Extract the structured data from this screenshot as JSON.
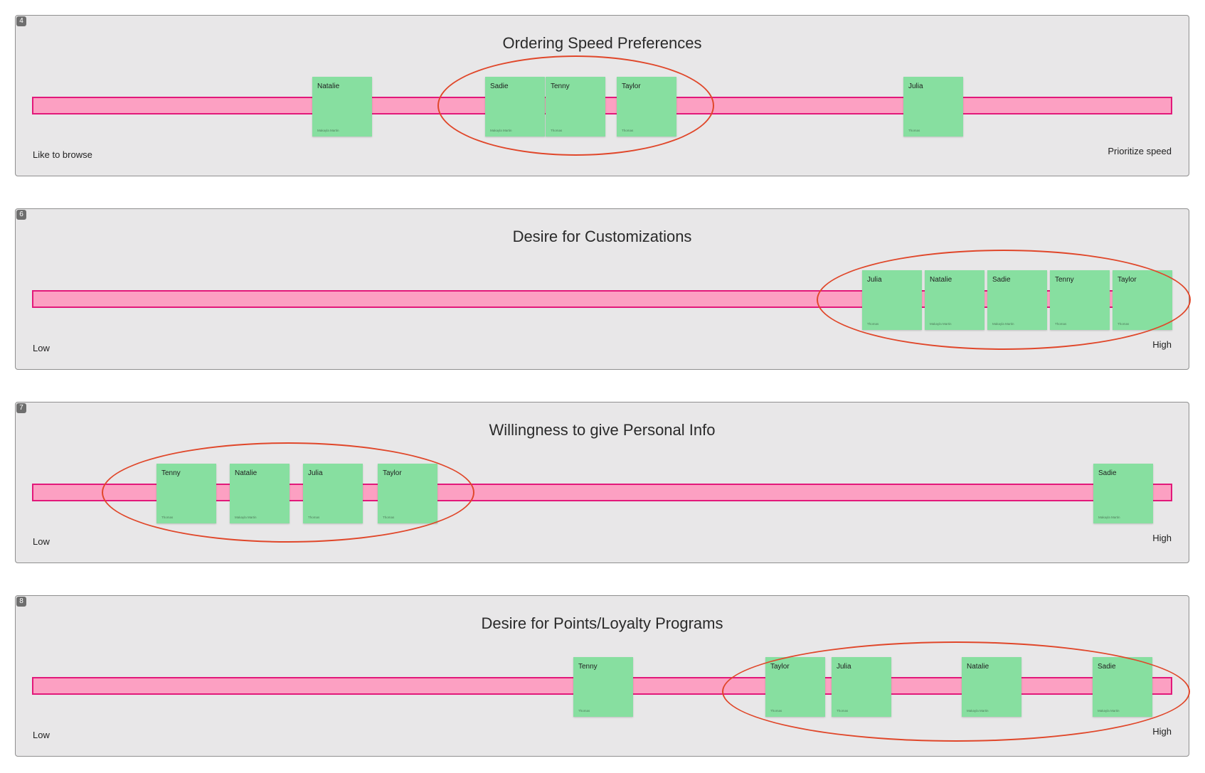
{
  "frames": [
    {
      "number": "4",
      "title": "Ordering Speed Preferences",
      "low_label": "Like to browse",
      "high_label": "Prioritize speed",
      "stickies": [
        {
          "name": "Natalie",
          "author": "Makayla Martin"
        },
        {
          "name": "Sadie",
          "author": "Makayla Martin"
        },
        {
          "name": "Tenny",
          "author": "Thomas"
        },
        {
          "name": "Taylor",
          "author": "Thomas"
        },
        {
          "name": "Julia",
          "author": "Thomas"
        }
      ]
    },
    {
      "number": "6",
      "title": "Desire for Customizations",
      "low_label": "Low",
      "high_label": "High",
      "stickies": [
        {
          "name": "Julia",
          "author": "Thomas"
        },
        {
          "name": "Natalie",
          "author": "Makayla Martin"
        },
        {
          "name": "Sadie",
          "author": "Makayla Martin"
        },
        {
          "name": "Tenny",
          "author": "Thomas"
        },
        {
          "name": "Taylor",
          "author": "Thomas"
        }
      ]
    },
    {
      "number": "7",
      "title": "Willingness to give Personal Info",
      "low_label": "Low",
      "high_label": "High",
      "stickies": [
        {
          "name": "Tenny",
          "author": "Thomas"
        },
        {
          "name": "Natalie",
          "author": "Makayla Martin"
        },
        {
          "name": "Julia",
          "author": "Thomas"
        },
        {
          "name": "Taylor",
          "author": "Thomas"
        },
        {
          "name": "Sadie",
          "author": "Makayla Martin"
        }
      ]
    },
    {
      "number": "8",
      "title": "Desire for Points/Loyalty Programs",
      "low_label": "Low",
      "high_label": "High",
      "stickies": [
        {
          "name": "Tenny",
          "author": "Thomas"
        },
        {
          "name": "Taylor",
          "author": "Thomas"
        },
        {
          "name": "Julia",
          "author": "Thomas"
        },
        {
          "name": "Natalie",
          "author": "Makayla Martin"
        },
        {
          "name": "Sadie",
          "author": "Makayla Martin"
        }
      ]
    }
  ],
  "colors": {
    "frame_background": "#e8e7e8",
    "bar_fill": "#fca0c2",
    "bar_border": "#e2197a",
    "sticky_note": "#87dfa0",
    "highlight_ring": "#e0472a"
  }
}
